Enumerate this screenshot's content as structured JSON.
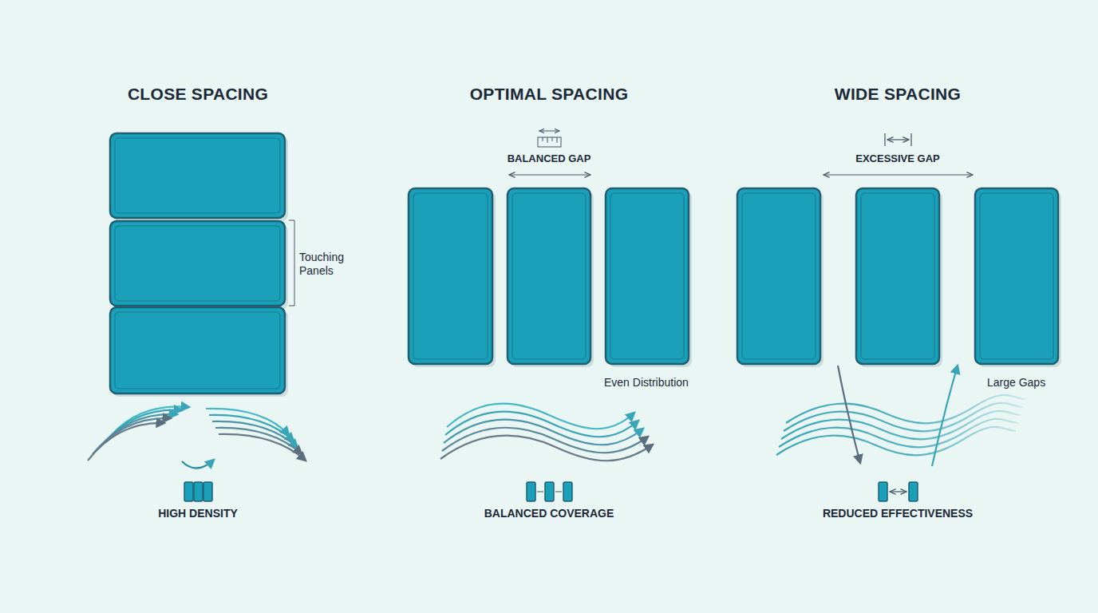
{
  "diagram": {
    "labels": [
      "CLOSE SPACING",
      "Touching Panels",
      "HIGH DENSITY",
      "OPTIMAL SPACING",
      "BALANCED GAP",
      "Even Distribution",
      "BALANCED COVERAGE",
      "WIDE SPACING",
      "EXCESSIVE GAP",
      "Large Gaps",
      "REDUCED EFFECTIVENESS"
    ]
  }
}
